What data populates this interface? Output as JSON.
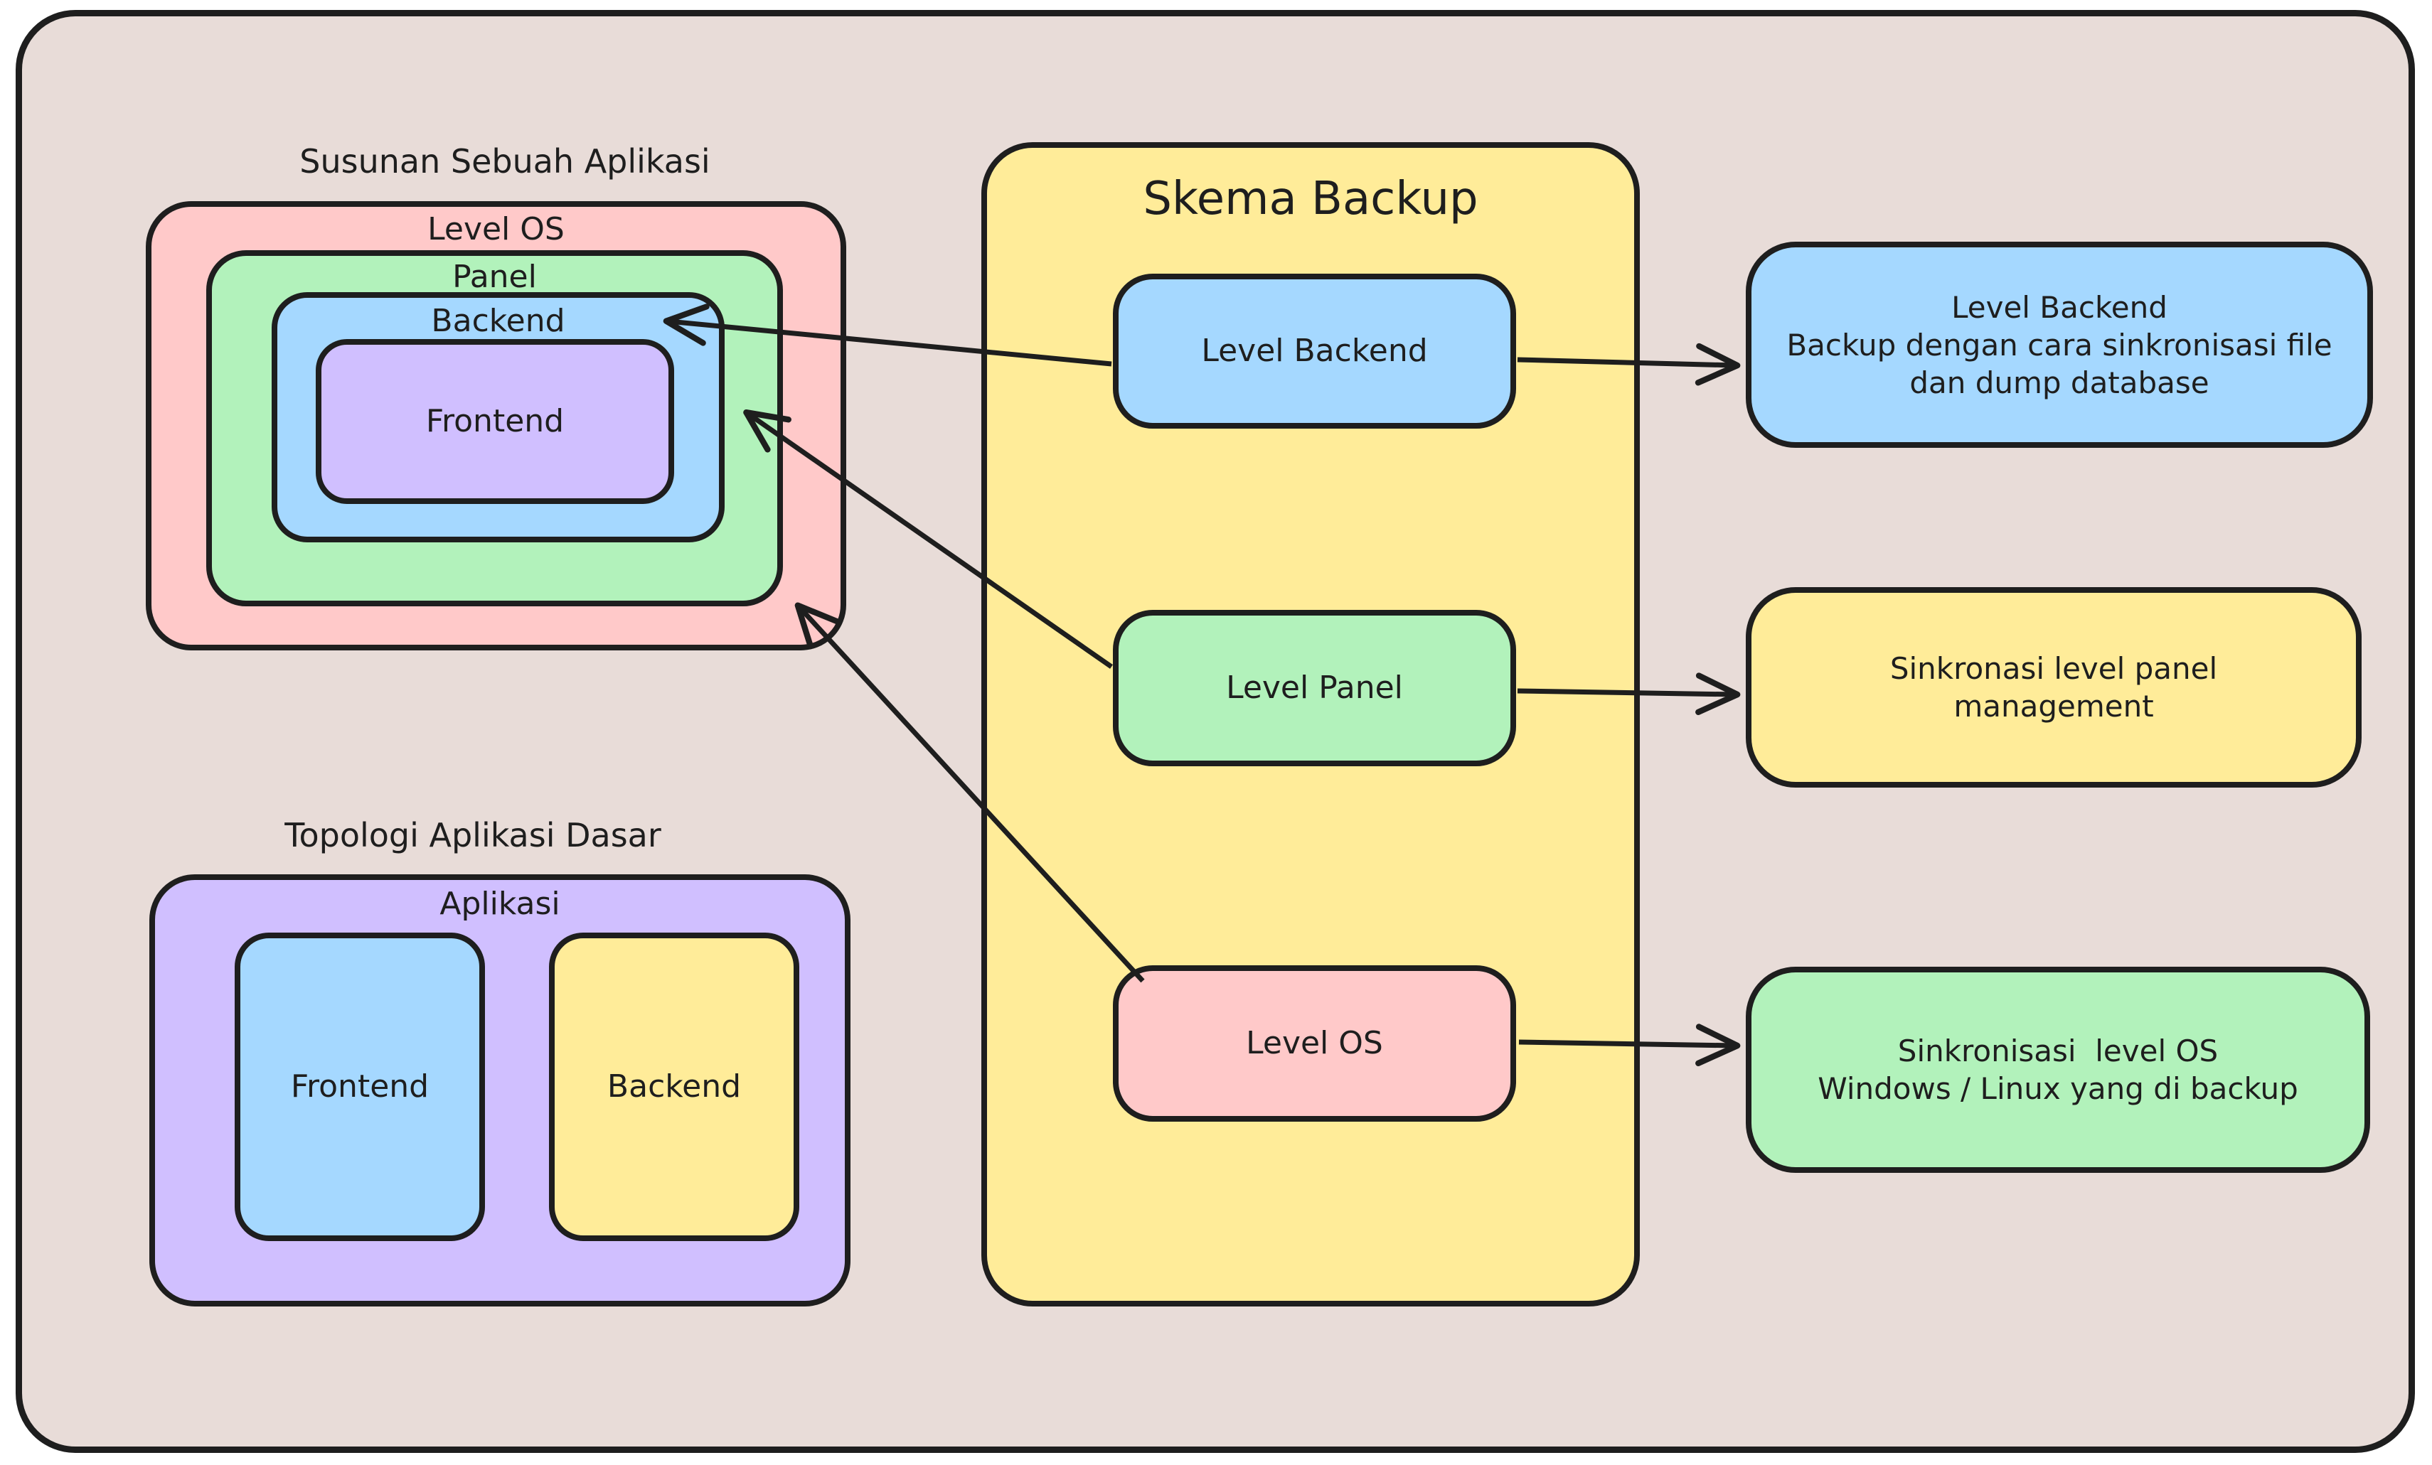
{
  "palette": {
    "canvas_background": "#e8dcd8",
    "page_background": "#ffffff",
    "stroke": "#1e1e1e",
    "pink": "#ffc9c9",
    "green": "#b2f2bb",
    "blue": "#a5d8ff",
    "purple": "#d0bfff",
    "yellow": "#ffec99"
  },
  "susunan": {
    "title": "Susunan Sebuah Aplikasi",
    "layers": [
      {
        "label": "Level OS",
        "color": "#ffc9c9"
      },
      {
        "label": "Panel",
        "color": "#b2f2bb"
      },
      {
        "label": "Backend",
        "color": "#a5d8ff"
      },
      {
        "label": "Frontend",
        "color": "#d0bfff"
      }
    ]
  },
  "topologi": {
    "title": "Topologi Aplikasi Dasar",
    "container_label": "Aplikasi",
    "children": [
      {
        "label": "Frontend",
        "color": "#a5d8ff"
      },
      {
        "label": "Backend",
        "color": "#ffec99"
      }
    ]
  },
  "skema": {
    "title": "Skema Backup",
    "items": [
      {
        "label": "Level Backend",
        "color": "#a5d8ff"
      },
      {
        "label": "Level Panel",
        "color": "#b2f2bb"
      },
      {
        "label": "Level OS",
        "color": "#ffc9c9"
      }
    ]
  },
  "results": [
    {
      "color": "#a5d8ff",
      "lines": [
        "Level Backend",
        "Backup dengan cara sinkronisasi file dan dump database"
      ]
    },
    {
      "color": "#ffec99",
      "lines": [
        "Sinkronasi level panel management"
      ]
    },
    {
      "color": "#b2f2bb",
      "lines": [
        "Sinkronisasi  level OS",
        "Windows / Linux yang di backup"
      ]
    }
  ],
  "connections": [
    {
      "from": "skema-level-backend",
      "to": "result-level-backend"
    },
    {
      "from": "skema-level-panel",
      "to": "result-level-panel"
    },
    {
      "from": "skema-level-os",
      "to": "result-level-os"
    },
    {
      "from": "skema-level-backend",
      "to": "susunan-backend-layer"
    },
    {
      "from": "skema-level-panel",
      "to": "susunan-panel-layer"
    },
    {
      "from": "skema-level-os",
      "to": "susunan-level-os-layer"
    }
  ]
}
